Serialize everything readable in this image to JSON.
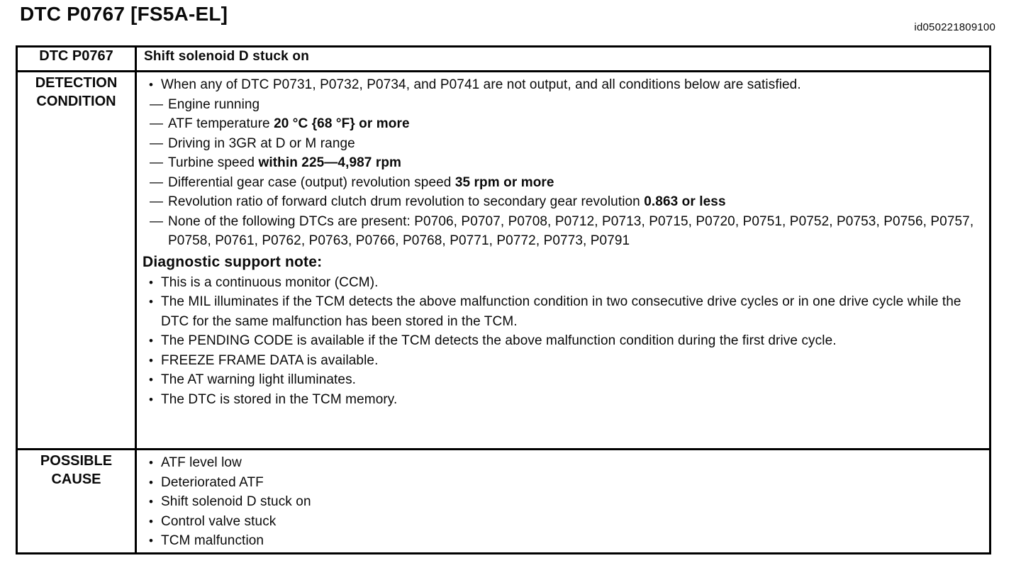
{
  "title": "DTC P0767 [FS5A-EL]",
  "doc_id": "id050221809100",
  "markers": {
    "bullet": "•",
    "dash": "—"
  },
  "table": {
    "header": {
      "code": "DTC P0767",
      "description": "Shift solenoid D stuck on"
    },
    "detection": {
      "label": "DETECTION CONDITION",
      "intro_bullet": "When any of DTC P0731, P0732, P0734, and P0741 are not output, and all conditions below are satisfied.",
      "conditions": [
        {
          "pre": "Engine running",
          "bold": ""
        },
        {
          "pre": "ATF temperature ",
          "bold": "20 °C {68 °F} or more"
        },
        {
          "pre": "Driving in 3GR at D or M range",
          "bold": ""
        },
        {
          "pre": "Turbine speed ",
          "bold": "within 225—4,987 rpm"
        },
        {
          "pre": "Differential gear case (output) revolution speed ",
          "bold": "35 rpm or more"
        },
        {
          "pre": "Revolution ratio of forward clutch drum revolution to secondary gear revolution ",
          "bold": "0.863 or less"
        },
        {
          "pre": "None of the following DTCs are present: P0706, P0707, P0708, P0712, P0713, P0715, P0720, P0751, P0752, P0753, P0756, P0757, P0758, P0761, P0762, P0763, P0766, P0768, P0771, P0772, P0773, P0791",
          "bold": ""
        }
      ],
      "note_heading": "Diagnostic support note:",
      "notes": [
        "This is a continuous monitor (CCM).",
        "The MIL illuminates if the TCM detects the above malfunction condition in two consecutive drive cycles or in one drive cycle while the DTC for the same malfunction has been stored in the TCM.",
        "The PENDING CODE is available if the TCM detects the above malfunction condition during the first drive cycle.",
        "FREEZE FRAME DATA is available.",
        "The AT warning light illuminates.",
        "The DTC is stored in the TCM memory."
      ]
    },
    "possible_cause": {
      "label": "POSSIBLE CAUSE",
      "causes": [
        "ATF level low",
        "Deteriorated ATF",
        "Shift solenoid D stuck on",
        "Control valve stuck",
        "TCM malfunction"
      ]
    }
  }
}
